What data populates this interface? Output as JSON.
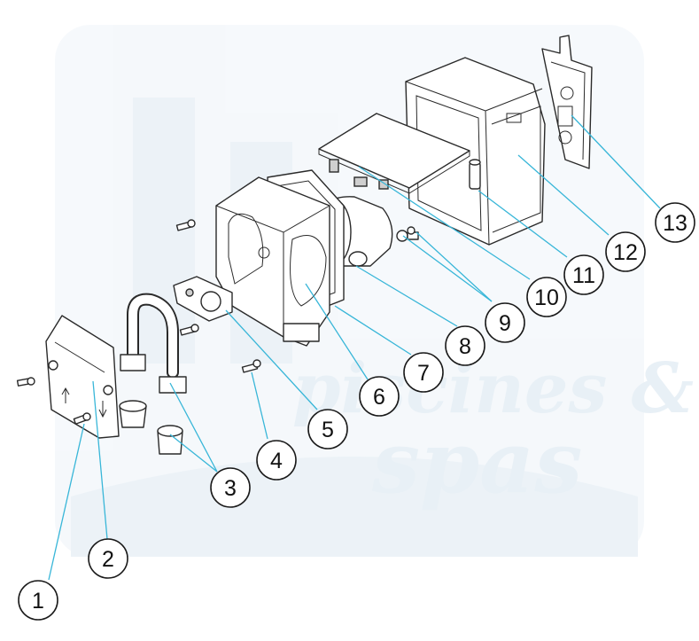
{
  "diagram": {
    "type": "exploded-parts-view",
    "callouts": [
      {
        "label": "1"
      },
      {
        "label": "2"
      },
      {
        "label": "3"
      },
      {
        "label": "4"
      },
      {
        "label": "5"
      },
      {
        "label": "6"
      },
      {
        "label": "7"
      },
      {
        "label": "8"
      },
      {
        "label": "9"
      },
      {
        "label": "10"
      },
      {
        "label": "11"
      },
      {
        "label": "12"
      },
      {
        "label": "13"
      }
    ]
  },
  "watermark": {
    "line1": "piscines &",
    "line2": "spas",
    "color": "#d6e4ef"
  },
  "colors": {
    "leader": "#38b6d8",
    "outline": "#2a2a2a"
  }
}
